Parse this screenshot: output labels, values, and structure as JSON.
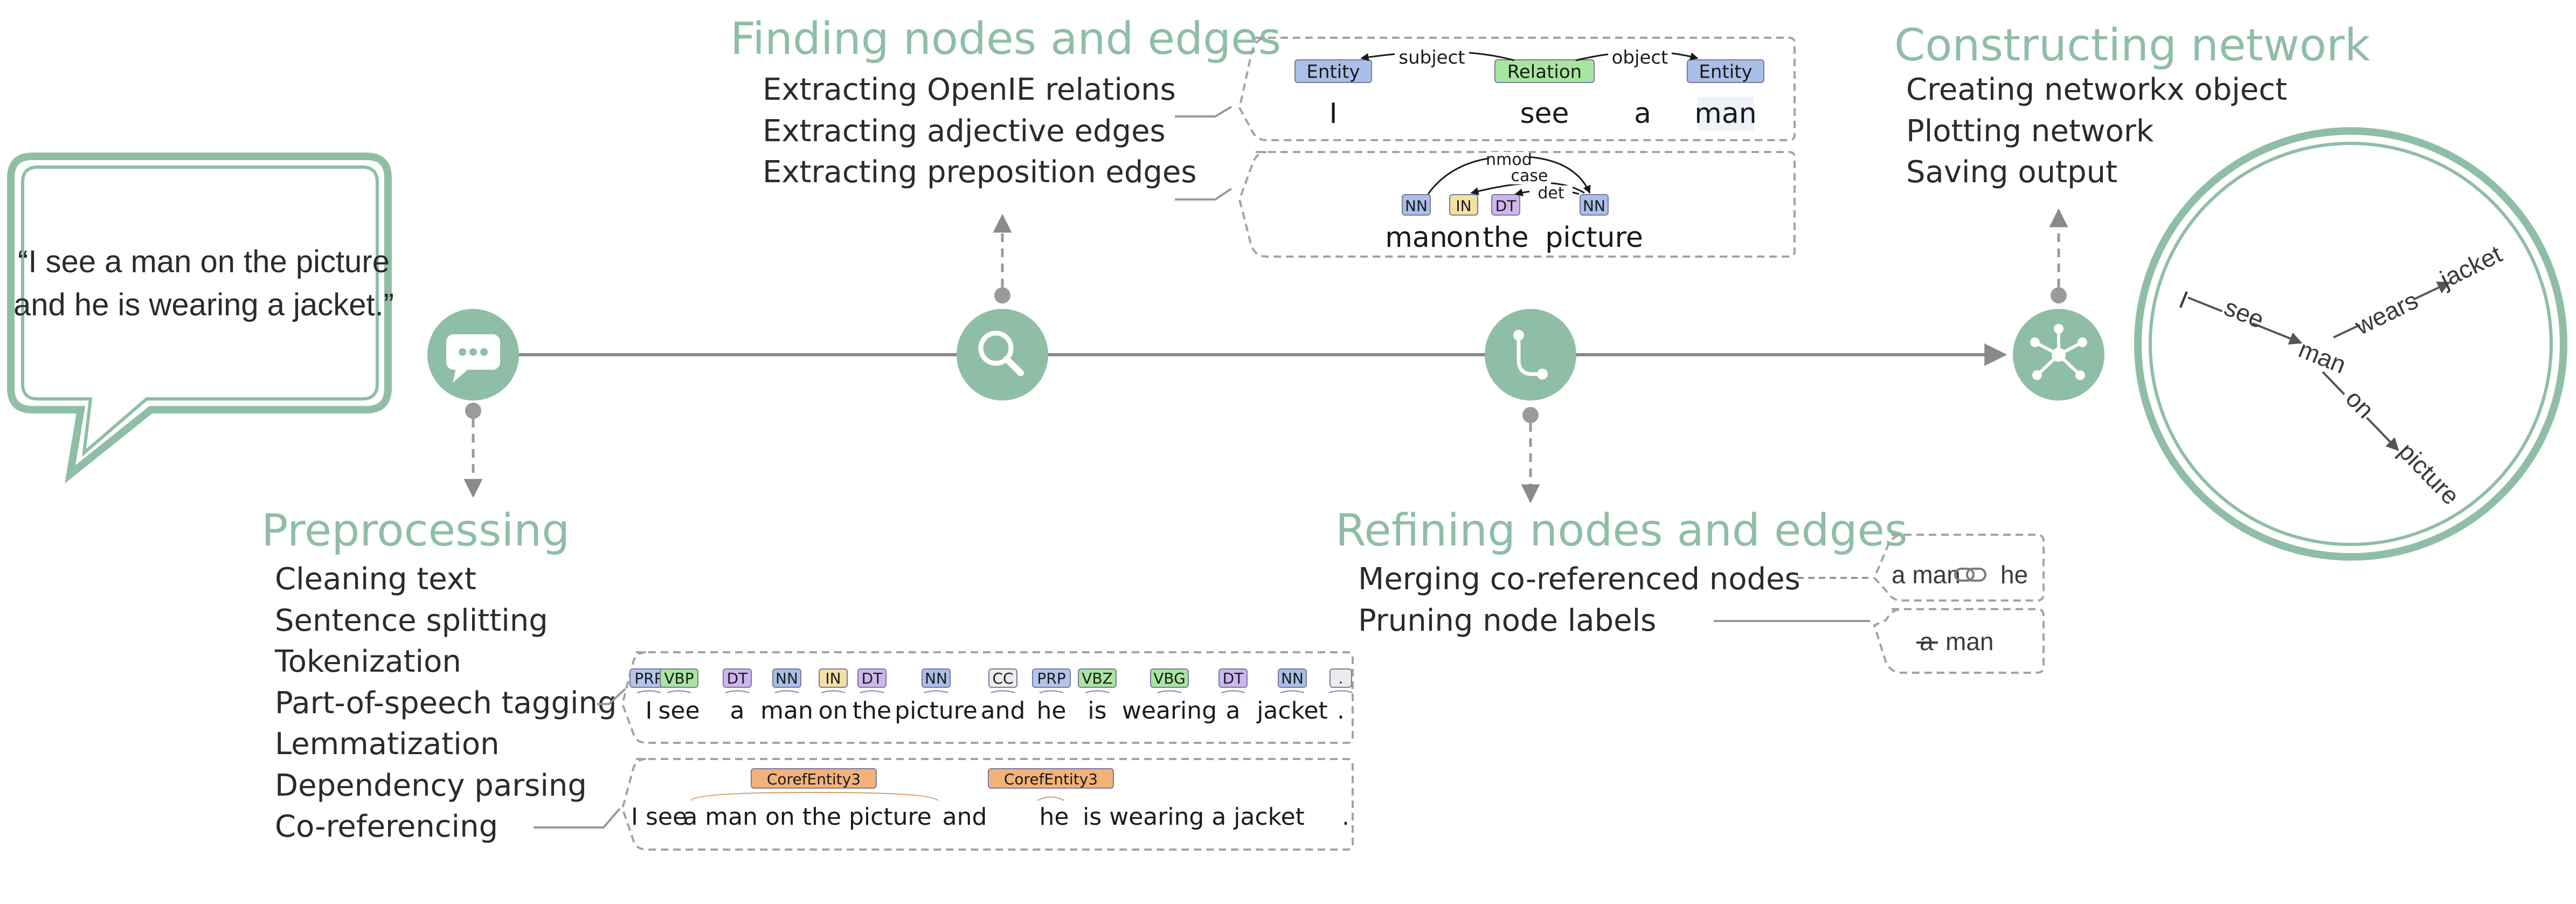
{
  "quote": {
    "line1": "“I see a man on the picture",
    "line2": "and he is wearing a jacket.”"
  },
  "preprocessing": {
    "title": "Preprocessing",
    "items": [
      "Cleaning text",
      "Sentence splitting",
      "Tokenization",
      "Part-of-speech tagging",
      "Lemmatization",
      "Dependency parsing",
      "Co-referencing"
    ]
  },
  "finding": {
    "title": "Finding nodes and edges",
    "items": [
      "Extracting OpenIE relations",
      "Extracting adjective edges",
      "Extracting preposition edges"
    ]
  },
  "refining": {
    "title": "Refining nodes and edges",
    "items": [
      "Merging co-referenced nodes",
      "Pruning node labels"
    ]
  },
  "constructing": {
    "title": "Constructing network",
    "items": [
      "Creating networkx object",
      "Plotting network",
      "Saving output"
    ]
  },
  "openie": {
    "tokens": [
      "I",
      "see",
      "a",
      "man"
    ],
    "tags": [
      "Entity",
      "Relation",
      "Entity"
    ],
    "arcs": [
      "subject",
      "object"
    ]
  },
  "prep_example": {
    "tokens": [
      "man",
      "on",
      "the",
      "picture"
    ],
    "tags": [
      "NN",
      "IN",
      "DT",
      "NN"
    ],
    "arcs": [
      "nmod",
      "case",
      "det"
    ]
  },
  "pos_example": {
    "tokens": [
      "I",
      "see",
      "a",
      "man",
      "on",
      "the",
      "picture",
      "and",
      "he",
      "is",
      "wearing",
      "a",
      "jacket",
      "."
    ],
    "tags": [
      "PRP",
      "VBP",
      "DT",
      "NN",
      "IN",
      "DT",
      "NN",
      "CC",
      "PRP",
      "VBZ",
      "VBG",
      "DT",
      "NN",
      "."
    ]
  },
  "coref_example": {
    "tokens": [
      "I see",
      "a man on the picture",
      "and",
      "he",
      "is wearing a jacket",
      "."
    ],
    "tags": [
      "CorefEntity3",
      "CorefEntity3"
    ]
  },
  "merge_example": {
    "left": "a man",
    "right": "he"
  },
  "prune_example": {
    "struck": "a",
    "rest": "man"
  },
  "network": {
    "nodes": [
      "I",
      "man",
      "jacket",
      "picture"
    ],
    "edges": [
      "see",
      "wears",
      "on"
    ]
  },
  "icons": [
    "chat-bubble-icon",
    "search-icon",
    "branch-icon",
    "network-icon"
  ],
  "colors": {
    "accent": "#8fbea6",
    "tag_nn": "#a9bfe8",
    "tag_in": "#f3e0a4",
    "tag_dt": "#cdb6ee",
    "tag_prp": "#b4c5ec",
    "tag_verb": "#a8e6a0",
    "tag_cc": "#ececec",
    "tag_coref": "#f3b27a"
  }
}
